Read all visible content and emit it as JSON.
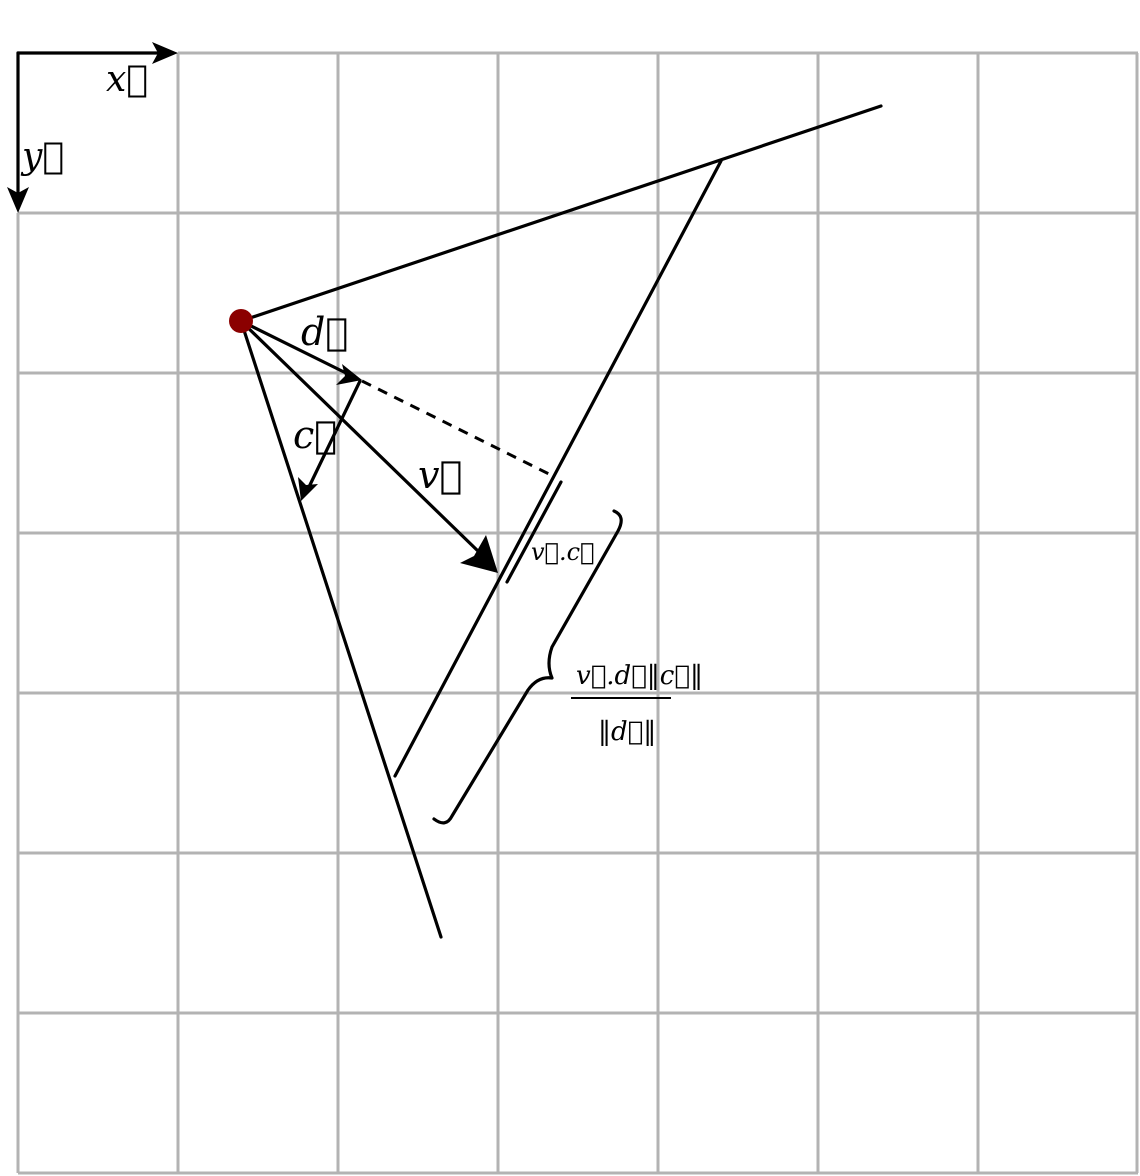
{
  "axes": {
    "x_label": "x⃗",
    "y_label": "y⃗"
  },
  "vectors": {
    "d_label": "d⃗",
    "c_label": "c⃗",
    "v_label": "v⃗"
  },
  "annotations": {
    "projection_label": "v⃗.c⃗",
    "distance_numerator": "v⃗.d⃗‖c⃗‖",
    "distance_denominator": "‖d⃗‖"
  },
  "colors": {
    "grid": "#b3b3b3",
    "ink": "#000000",
    "origin_point": "#8b0000"
  }
}
